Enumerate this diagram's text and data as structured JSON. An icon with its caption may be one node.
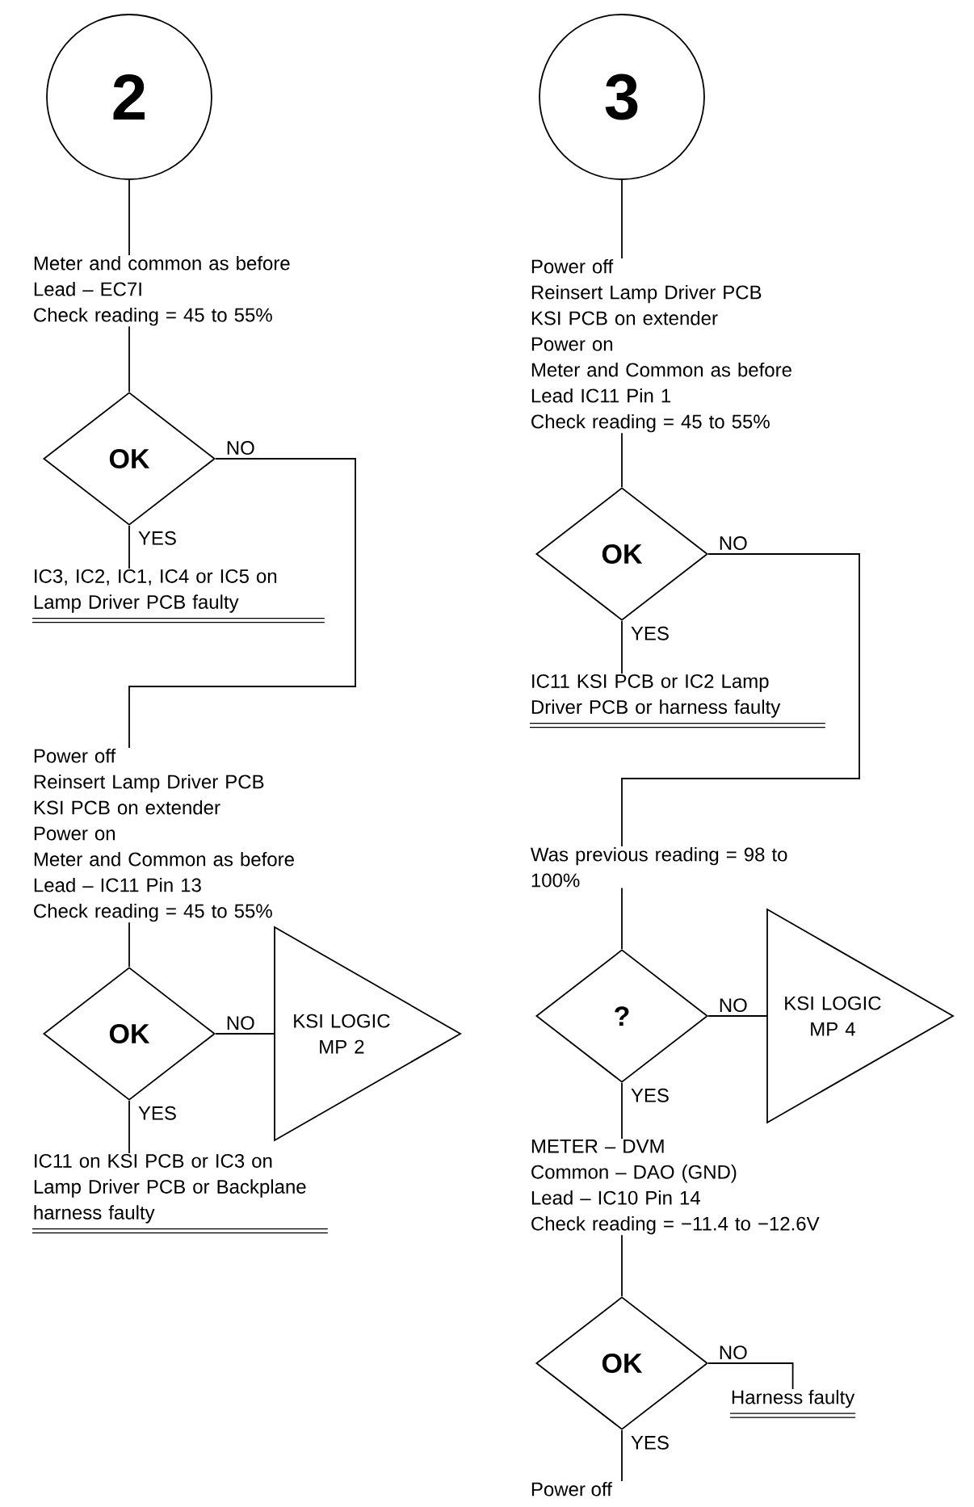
{
  "diagram": {
    "nodes": [
      {
        "text": [
          "2"
        ]
      },
      {
        "text": [
          "Meter and common as before",
          "Lead – EC7I",
          "Check reading = 45 to 55%"
        ]
      },
      {
        "text": [
          "OK"
        ]
      },
      {
        "text": [
          "IC3, IC2, IC1, IC4 or IC5 on Lamp Driver PCB faulty"
        ]
      },
      {
        "text": [
          "Power off",
          "Reinsert Lamp Driver PCB",
          "KSI PCB on extender",
          "Power on",
          "Meter and Common as before",
          "Lead – IC11 Pin 13",
          "Check reading = 45 to 55%"
        ]
      },
      {
        "text": [
          "OK"
        ]
      },
      {
        "text": [
          "KSI LOGIC MP 2"
        ]
      },
      {
        "text": [
          "IC11 on KSI PCB or IC3 on Lamp Driver PCB or Backplane harness faulty"
        ]
      },
      {
        "text": [
          "3"
        ]
      },
      {
        "text": [
          "Power off",
          "Reinsert Lamp Driver PCB",
          "KSI PCB on extender",
          "Power on",
          "Meter and Common as before",
          "Lead IC11 Pin 1",
          "Check reading = 45 to 55%"
        ]
      },
      {
        "text": [
          "OK"
        ]
      },
      {
        "text": [
          "IC11 KSI PCB or IC2 Lamp Driver PCB or harness faulty"
        ]
      },
      {
        "text": [
          "Was previous reading = 98 to 100%"
        ]
      },
      {
        "text": [
          "?"
        ]
      },
      {
        "text": [
          "KSI LOGIC MP 4"
        ]
      },
      {
        "text": [
          "METER – DVM",
          "Common – DAO (GND)",
          "Lead – IC10 Pin 14",
          "Check reading = −11.4 to −12.6V"
        ]
      },
      {
        "text": [
          "OK"
        ]
      },
      {
        "text": [
          "Harness faulty"
        ]
      },
      {
        "text": [
          "Power off"
        ]
      }
    ],
    "edges": [
      {
        "from": 0,
        "to": 1,
        "arrow": "none"
      },
      {
        "from": 1,
        "to": 2,
        "arrow": "none"
      },
      {
        "from": 2,
        "to": 3,
        "arrow": "none",
        "label": "YES"
      },
      {
        "from": 2,
        "to": 4,
        "arrow": "none",
        "label": "NO"
      },
      {
        "from": 4,
        "to": 5,
        "arrow": "none"
      },
      {
        "from": 5,
        "to": 6,
        "arrow": "none",
        "label": "NO"
      },
      {
        "from": 5,
        "to": 7,
        "arrow": "none",
        "label": "YES"
      },
      {
        "from": 8,
        "to": 9,
        "arrow": "none"
      },
      {
        "from": 9,
        "to": 10,
        "arrow": "none"
      },
      {
        "from": 10,
        "to": 11,
        "arrow": "none",
        "label": "YES"
      },
      {
        "from": 10,
        "to": 12,
        "arrow": "none",
        "label": "NO"
      },
      {
        "from": 12,
        "to": 13,
        "arrow": "none"
      },
      {
        "from": 13,
        "to": 14,
        "arrow": "none",
        "label": "NO"
      },
      {
        "from": 13,
        "to": 15,
        "arrow": "none",
        "label": "YES"
      },
      {
        "from": 15,
        "to": 16,
        "arrow": "none"
      },
      {
        "from": 16,
        "to": 17,
        "arrow": "none",
        "label": "NO"
      },
      {
        "from": 16,
        "to": 18,
        "arrow": "none",
        "label": "YES"
      }
    ]
  }
}
